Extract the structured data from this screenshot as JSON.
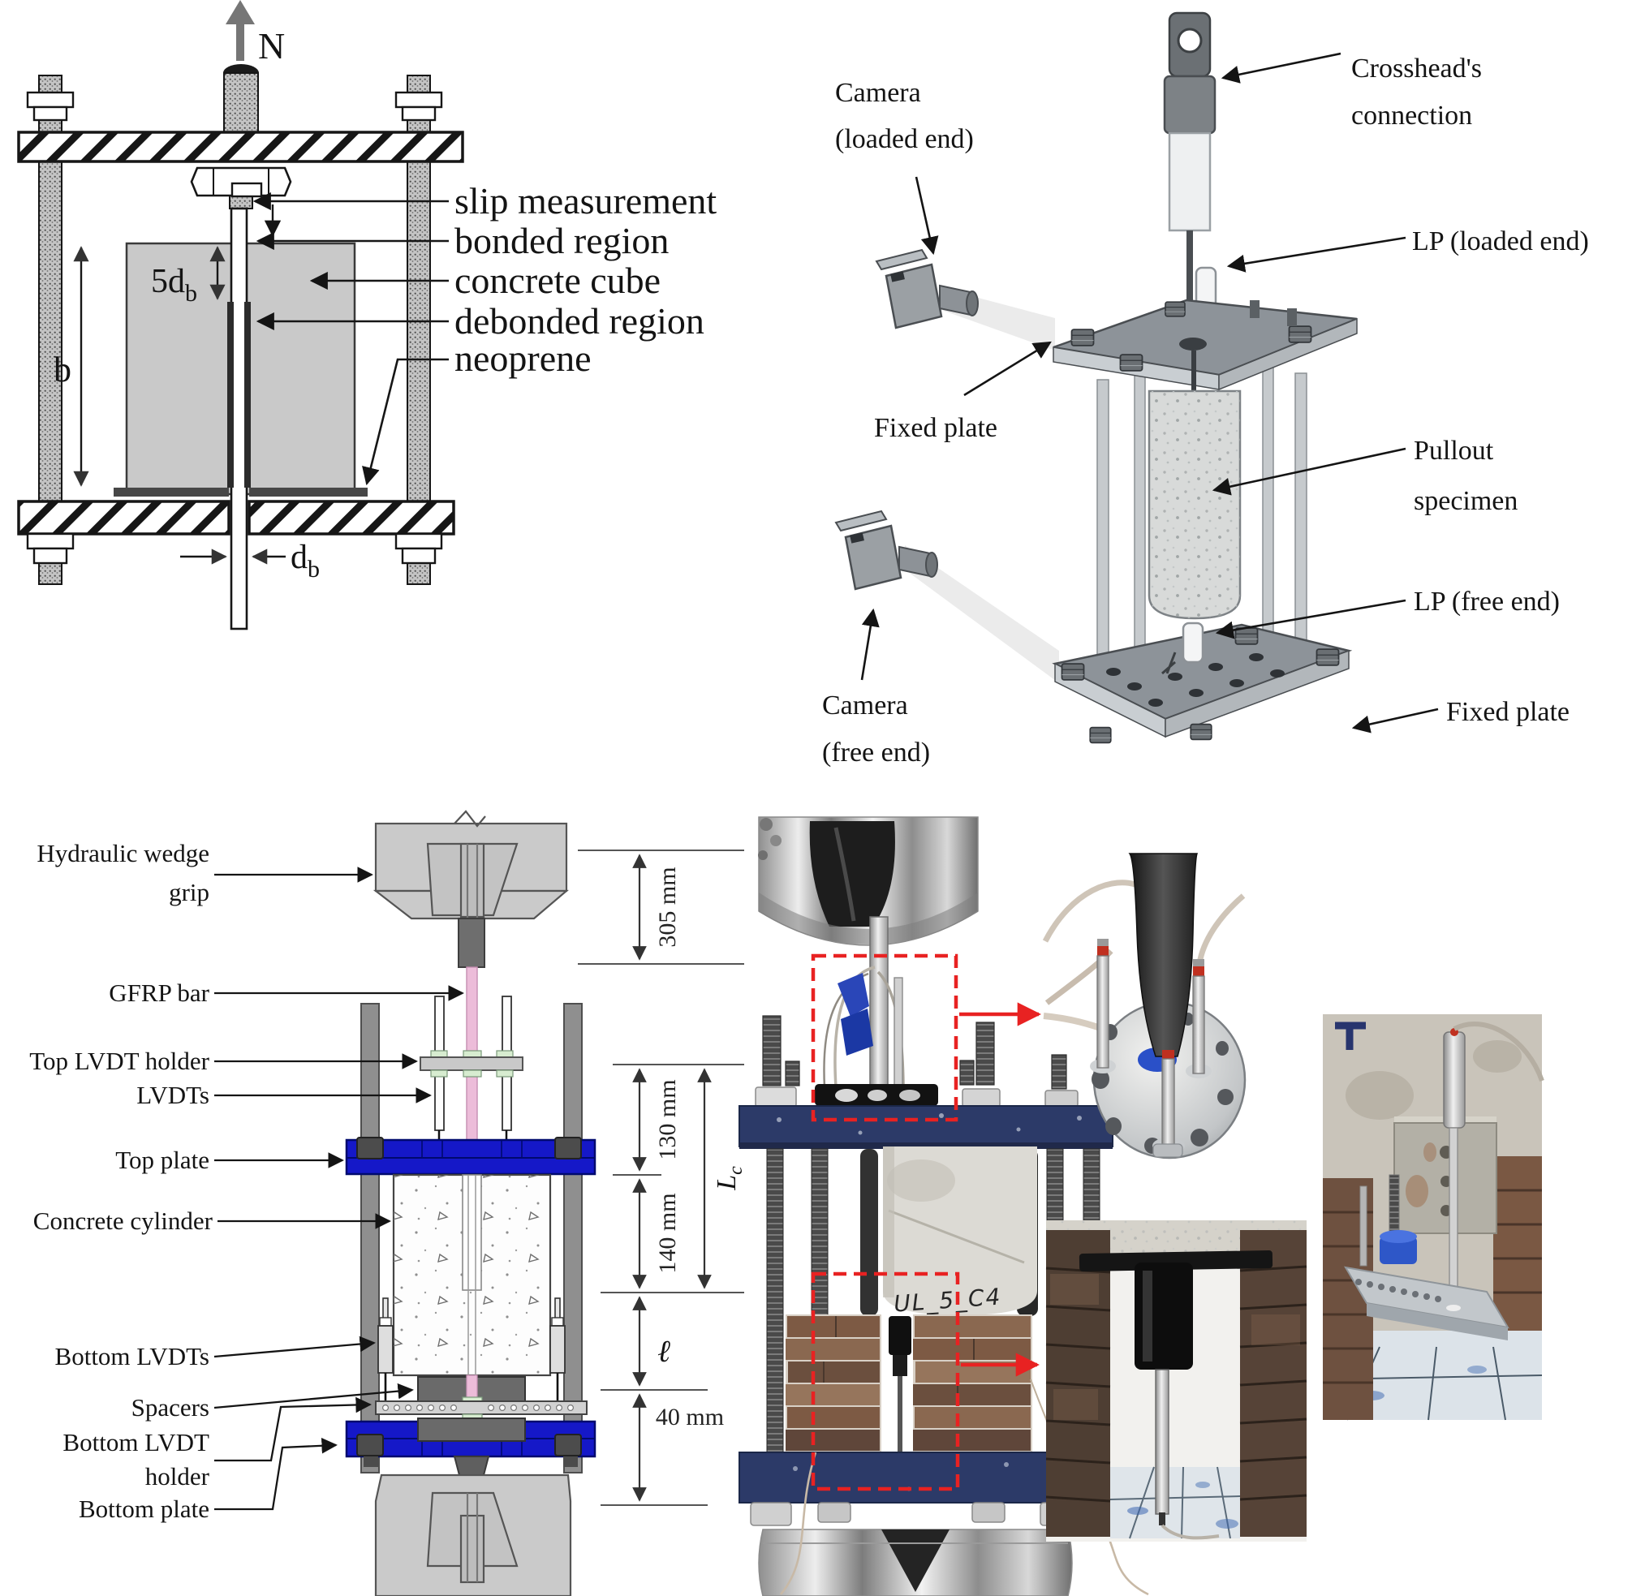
{
  "figure": {
    "description_tag": "pullout-test-setups-figure",
    "p1": {
      "north": "N",
      "slip": "slip measurement",
      "bonded": "bonded region",
      "cube": "concrete cube",
      "debonded": "debonded region",
      "neoprene": "neoprene",
      "dim5db_main": "5d",
      "dim5db_sub": "b",
      "dim_b": "b",
      "dimdb_main": "d",
      "dimdb_sub": "b"
    },
    "p2": {
      "camera_loaded_1": "Camera",
      "camera_loaded_2": "(loaded end)",
      "crosshead_1": "Crosshead's",
      "crosshead_2": "connection",
      "lp_loaded": "LP (loaded end)",
      "fixed_plate_top": "Fixed plate",
      "pullout_1": "Pullout",
      "pullout_2": "specimen",
      "lp_free": "LP (free end)",
      "camera_free_1": "Camera",
      "camera_free_2": "(free end)",
      "fixed_plate_bottom": "Fixed plate"
    },
    "p3": {
      "hydraulic_1": "Hydraulic wedge",
      "hydraulic_2": "grip",
      "gfrp": "GFRP bar",
      "top_lvdt_holder": "Top LVDT holder",
      "lvdts": "LVDTs",
      "top_plate": "Top plate",
      "concrete_cylinder": "Concrete cylinder",
      "bottom_lvdts": "Bottom LVDTs",
      "spacers": "Spacers",
      "bottom_lvdt_1": "Bottom LVDT",
      "bottom_lvdt_2": "holder",
      "bottom_plate": "Bottom plate",
      "d305": "305 mm",
      "d130": "130 mm",
      "d140": "140 mm",
      "lc_main": "L",
      "lc_sub": "c",
      "ell": "ℓ",
      "d40": "40 mm",
      "specimen_label": "UL_5_C4"
    },
    "colors": {
      "plate_blue": "#1518c8",
      "gfrp_pink": "#ecbcd9",
      "annotation_red": "#e82222",
      "photo_plate_navy": "#2c3a68",
      "brick_brown": "#7c5a44"
    }
  }
}
